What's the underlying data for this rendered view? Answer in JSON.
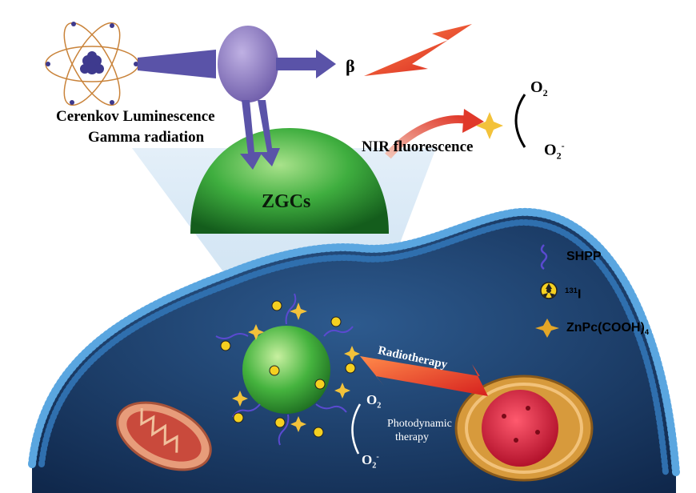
{
  "labels": {
    "cerenkov": "Cerenkov Luminescence",
    "gamma": "Gamma radiation",
    "beta": "β",
    "nir": "NIR fluorescence",
    "zgcs": "ZGCs",
    "o2_top": "O",
    "o2_top_sub": "2",
    "o2m_top": "O",
    "o2m_top_sub": "2",
    "o2m_top_sup": "-",
    "radiotherapy": "Radiotherapy",
    "o2_cell": "O",
    "o2_cell_sub": "2",
    "o2m_cell": "O",
    "o2m_cell_sub": "2",
    "o2m_cell_sup": "-",
    "photodynamic": "Photodynamic",
    "therapy": "therapy"
  },
  "legend": {
    "shpp": "SHPP",
    "iodine_mass": "131",
    "iodine_symbol": "I",
    "znpc": "ZnPc(COOH)",
    "znpc_sub": "4"
  },
  "colors": {
    "cell_bg": "#1a3a6a",
    "membrane": "#3f8fd0",
    "sphere": "#3aa33a",
    "arrow": "#5a53a8",
    "beam": "#e0442a",
    "star": "#f3c23a"
  }
}
